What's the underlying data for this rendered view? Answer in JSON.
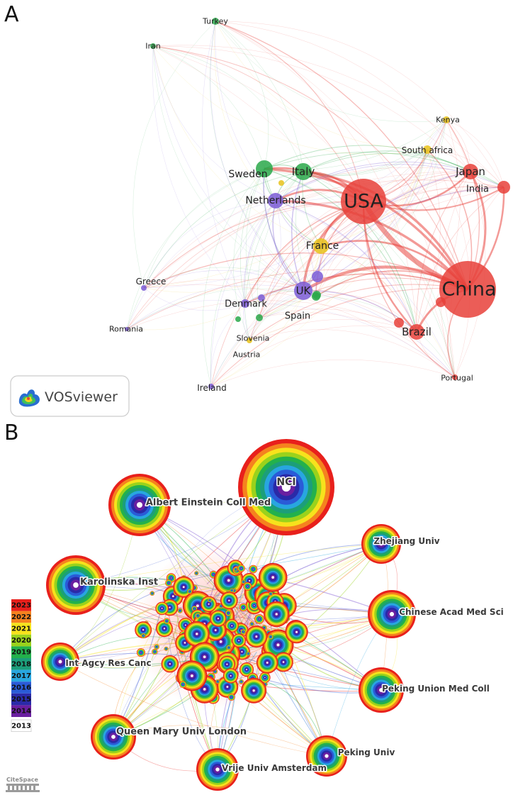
{
  "panels": [
    {
      "letter": "A"
    },
    {
      "letter": "B"
    }
  ],
  "network_a": {
    "clusters": {
      "red": "#e8413a",
      "green": "#2aa84a",
      "purple": "#7b5cd6",
      "yellow": "#e8c21a"
    },
    "nodes": [
      {
        "id": "usa",
        "label": "USA",
        "cluster": "red",
        "weight": 1.0
      },
      {
        "id": "china",
        "label": "China",
        "cluster": "red",
        "weight": 1.2
      },
      {
        "id": "japan",
        "label": "Japan",
        "cluster": "red",
        "weight": 0.35
      },
      {
        "id": "india",
        "label": "India",
        "cluster": "red",
        "weight": 0.3
      },
      {
        "id": "brazil",
        "label": "Brazil",
        "cluster": "red",
        "weight": 0.35
      },
      {
        "id": "portugal",
        "label": "Portugal",
        "cluster": "red",
        "weight": 0.18
      },
      {
        "id": "italy",
        "label": "Italy",
        "cluster": "green",
        "weight": 0.4
      },
      {
        "id": "sweden",
        "label": "Sweden",
        "cluster": "green",
        "weight": 0.4
      },
      {
        "id": "turkey",
        "label": "Turkey",
        "cluster": "green",
        "weight": 0.15
      },
      {
        "id": "iran",
        "label": "Iran",
        "cluster": "green",
        "weight": 0.12
      },
      {
        "id": "spain",
        "label": "Spain",
        "cluster": "green",
        "weight": 0.2
      },
      {
        "id": "slovenia",
        "label": "Slovenia",
        "cluster": "green",
        "weight": 0.12
      },
      {
        "id": "netherlands",
        "label": "Netherlands",
        "cluster": "purple",
        "weight": 0.4
      },
      {
        "id": "uk",
        "label": "UK",
        "cluster": "purple",
        "weight": 0.5
      },
      {
        "id": "greece",
        "label": "Greece",
        "cluster": "purple",
        "weight": 0.15
      },
      {
        "id": "denmark",
        "label": "Denmark",
        "cluster": "purple",
        "weight": 0.2
      },
      {
        "id": "romania",
        "label": "Romania",
        "cluster": "purple",
        "weight": 0.1
      },
      {
        "id": "ireland",
        "label": "Ireland",
        "cluster": "purple",
        "weight": 0.12
      },
      {
        "id": "austria",
        "label": "Austria",
        "cluster": "yellow",
        "weight": 0.12
      },
      {
        "id": "france",
        "label": "France",
        "cluster": "yellow",
        "weight": 0.3
      },
      {
        "id": "kenya",
        "label": "Kenya",
        "cluster": "yellow",
        "weight": 0.15
      },
      {
        "id": "south_africa",
        "label": "South africa",
        "cluster": "yellow",
        "weight": 0.18
      }
    ],
    "logo": {
      "text": "VOSviewer"
    }
  },
  "network_b": {
    "nodes": [
      {
        "id": "nci",
        "label": "NCI",
        "size": 1.0
      },
      {
        "id": "einstein",
        "label": "Albert Einstein Coll Med",
        "size": 0.7
      },
      {
        "id": "zhejiang",
        "label": "Zhejiang Univ",
        "size": 0.4
      },
      {
        "id": "karolinska",
        "label": "Karolinska Inst",
        "size": 0.68
      },
      {
        "id": "cas",
        "label": "Chinese Acad Med Sci",
        "size": 0.5
      },
      {
        "id": "iarc",
        "label": "Int Agcy Res Canc",
        "size": 0.42
      },
      {
        "id": "pumc",
        "label": "Peking Union Med Coll",
        "size": 0.48
      },
      {
        "id": "qmul",
        "label": "Queen Mary Univ London",
        "size": 0.5
      },
      {
        "id": "pku",
        "label": "Peking Univ",
        "size": 0.42
      },
      {
        "id": "vu",
        "label": "Vrije Univ Amsterdam",
        "size": 0.45
      }
    ],
    "legend": {
      "years": [
        {
          "year": "2023",
          "color": "#e8201c"
        },
        {
          "year": "2022",
          "color": "#f5821f"
        },
        {
          "year": "2021",
          "color": "#f7e21c"
        },
        {
          "year": "2020",
          "color": "#9ad21c"
        },
        {
          "year": "2019",
          "color": "#23b14c"
        },
        {
          "year": "2018",
          "color": "#1c9e7a"
        },
        {
          "year": "2017",
          "color": "#28a6e0"
        },
        {
          "year": "2016",
          "color": "#2a5bd7"
        },
        {
          "year": "2015",
          "color": "#2a2aa8"
        },
        {
          "year": "2014",
          "color": "#6a1fa0"
        },
        {
          "year": "2013",
          "color": "#ffffff"
        }
      ]
    },
    "logo": {
      "text": "CiteSpace"
    }
  }
}
